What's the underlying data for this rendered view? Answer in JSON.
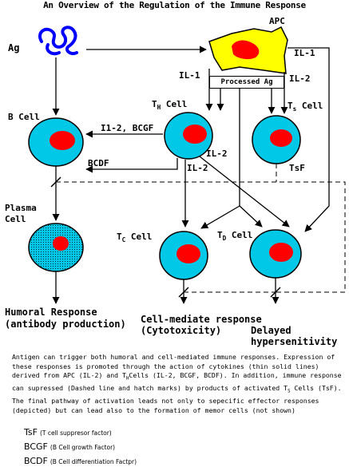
{
  "title": "An Overview of the Regulation of the Immune Response",
  "nodes": {
    "ag": "Ag",
    "apc": "APC",
    "b_cell": "B Cell",
    "th_cell": {
      "main": "T",
      "sub": "H",
      "rest": " Cell"
    },
    "ts_cell": {
      "main": "T",
      "sub": "s",
      "rest": " Cell"
    },
    "plasma_cell_line1": "Plasma",
    "plasma_cell_line2": "Cell",
    "tc_cell": {
      "main": "T",
      "sub": "C",
      "rest": "  Cell"
    },
    "td_cell": {
      "main": "T",
      "sub": "D",
      "rest": " Cell"
    }
  },
  "processed_ag": "Processed Ag",
  "edge_labels": {
    "il1_left": "IL-1",
    "il1_right": "IL-1",
    "il2_right": "IL-2",
    "il2_bcgf": "I1-2, BCGF",
    "bcdf": "BCDF",
    "il2_th_td": "IL-2",
    "il2_th_tc": "IL-2",
    "tsf": "TsF"
  },
  "responses": {
    "humoral_line1": "Humoral Response",
    "humoral_line2": "(antibody production)",
    "cell_mediated_line1": "Cell-mediate response",
    "cell_mediated_line2": "(Cytotoxicity)",
    "delayed_line1": "Delayed",
    "delayed_line2": "hypersenitivity"
  },
  "paragraph": {
    "part1": "Antigen can trigger both humoral and cell-mediated immune responses.  Expression of these responses is promoted through the action of cytokines (thin solid lines) derived from APC (IL-2) and T",
    "sub1": "H",
    "part2": "Cells (IL-2, BCGF, BCDF).  In addition, immune response can supressed (Dashed line and hatch marks) by products of activated T",
    "sub2": "S",
    "part3": " Cells (TsF).  The final pathway of activation leads not only to sepecific effector responses (depicted) but can lead also to the formation of memor cells (not shown)"
  },
  "legend": [
    {
      "abbr": "TsF",
      "full": "(T cell suppresor factor)"
    },
    {
      "abbr": "BCGF",
      "full": "(B Cell growth Factor)"
    },
    {
      "abbr": "BCDF",
      "full": "(B Cell differentiation Factpr)"
    }
  ],
  "colors": {
    "cell_fill": "#00c8e6",
    "nucleus": "#ff0000",
    "apc_fill": "#ffff00",
    "antigen": "#0000ff"
  }
}
